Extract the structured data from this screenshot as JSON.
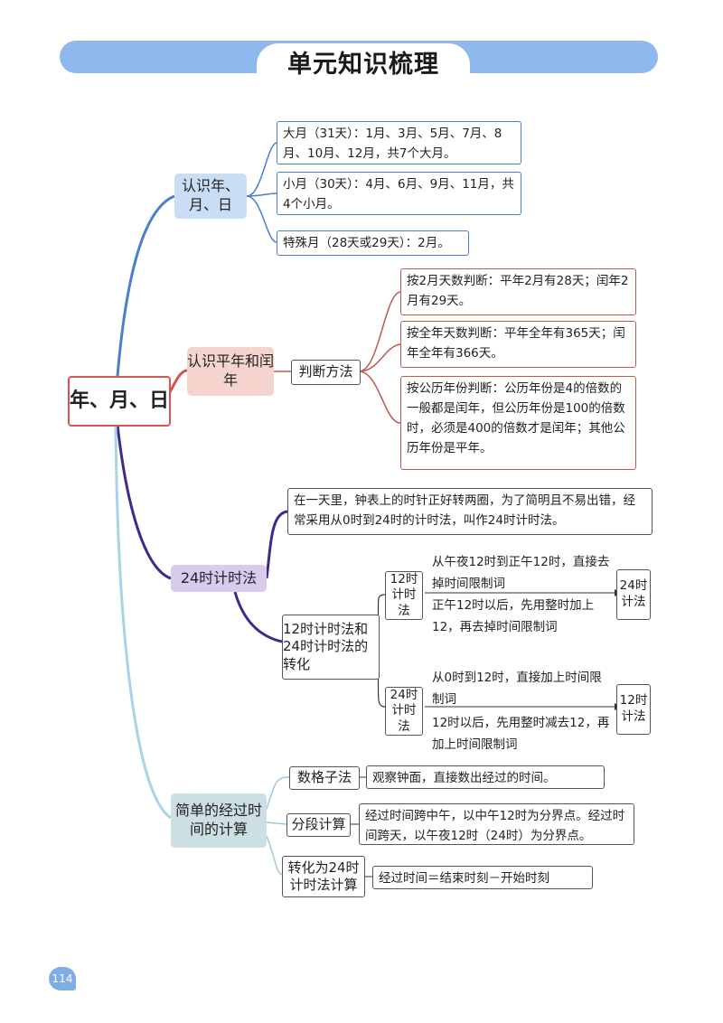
{
  "header": {
    "title": "单元知识梳理"
  },
  "root": {
    "label": "年、月、日"
  },
  "branches": {
    "recognize_ymd": {
      "label": "认识年、月、日",
      "items": [
        "大月（31天）：1月、3月、5月、7月、8月、10月、12月，共7个大月。",
        "小月（30天）：4月、6月、9月、11月，共4个小月。",
        "特殊月（28天或29天）：2月。"
      ]
    },
    "leap_year": {
      "label": "认识平年和闰年",
      "method_label": "判断方法",
      "items": [
        "按2月天数判断：平年2月有28天；闰年2月有29天。",
        "按全年天数判断：平年全年有365天；闰年全年有366天。",
        "按公历年份判断：公历年份是4的倍数的一般都是闰年，但公历年份是100的倍数时，必须是400的倍数才是闰年；其他公历年份是平年。"
      ]
    },
    "clock24": {
      "label": "24时计时法",
      "definition": "在一天里，钟表上的时针正好转两圈，为了简明且不易出错，经常采用从0时到24时的计时法，叫作24时计时法。",
      "conversion_label": "12时计时法和24时计时法的转化",
      "from12": {
        "label": "12时计时法",
        "rule1": "从午夜12时到正午12时，直接去掉时间限制词",
        "rule2": "正午12时以后，先用整时加上12，再去掉时间限制词",
        "target": "24时计法"
      },
      "from24": {
        "label": "24时计时法",
        "rule1": "从0时到12时，直接加上时间限制词",
        "rule2": "12时以后，先用整时减去12，再加上时间限制词",
        "target": "12时计法"
      }
    },
    "elapsed": {
      "label": "简单的经过时间的计算",
      "methods": [
        {
          "label": "数格子法",
          "desc": "观察钟面，直接数出经过的时间。"
        },
        {
          "label": "分段计算",
          "desc": "经过时间跨中午，以中午12时为分界点。经过时间跨天，以午夜12时（24时）为分界点。"
        },
        {
          "label": "转化为24时计时法计算",
          "desc": "经过时间＝结束时刻－开始时刻"
        }
      ]
    }
  },
  "footer": {
    "page_number": "114"
  },
  "colors": {
    "banner": "#8fb8ec",
    "blue_branch": "#4a7fc9",
    "red_branch": "#b85a52",
    "purple_branch": "#3b2c8c",
    "teal_branch": "#9cc9de"
  }
}
